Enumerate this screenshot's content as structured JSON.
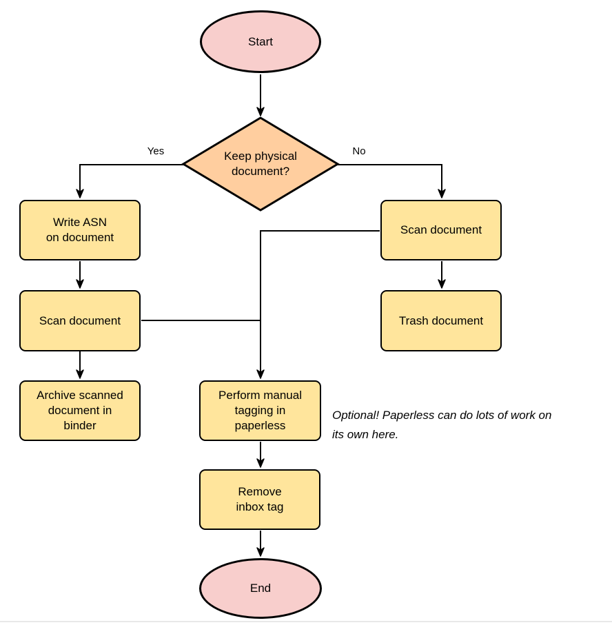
{
  "diagram": {
    "type": "flowchart",
    "nodes": {
      "start": {
        "label": "Start",
        "shape": "terminator"
      },
      "decision": {
        "label": "Keep physical\ndocument?",
        "shape": "decision"
      },
      "write_asn": {
        "label": "Write ASN\non document",
        "shape": "process"
      },
      "scan_left": {
        "label": "Scan document",
        "shape": "process"
      },
      "archive": {
        "label": "Archive scanned\ndocument in\nbinder",
        "shape": "process"
      },
      "scan_right": {
        "label": "Scan document",
        "shape": "process"
      },
      "trash": {
        "label": "Trash document",
        "shape": "process"
      },
      "tagging": {
        "label": "Perform manual\ntagging in\npaperless",
        "shape": "process"
      },
      "remove_tag": {
        "label": "Remove\ninbox tag",
        "shape": "process"
      },
      "end": {
        "label": "End",
        "shape": "terminator"
      }
    },
    "edges": [
      {
        "from": "start",
        "to": "decision",
        "label": ""
      },
      {
        "from": "decision",
        "to": "write_asn",
        "label": "Yes"
      },
      {
        "from": "decision",
        "to": "scan_right",
        "label": "No"
      },
      {
        "from": "write_asn",
        "to": "scan_left",
        "label": ""
      },
      {
        "from": "scan_left",
        "to": "tagging",
        "label": ""
      },
      {
        "from": "scan_right",
        "to": "tagging",
        "label": ""
      },
      {
        "from": "scan_left",
        "to": "archive",
        "label": ""
      },
      {
        "from": "scan_right",
        "to": "trash",
        "label": ""
      },
      {
        "from": "tagging",
        "to": "remove_tag",
        "label": ""
      },
      {
        "from": "remove_tag",
        "to": "end",
        "label": ""
      }
    ],
    "note": "Optional! Paperless can do lots of work on\nits own here.",
    "colors": {
      "terminator_fill": "#f8cecc",
      "decision_fill": "#ffce9f",
      "process_fill": "#ffe59c",
      "stroke": "#000000",
      "bottom_divider": "#e8e8e8"
    }
  }
}
